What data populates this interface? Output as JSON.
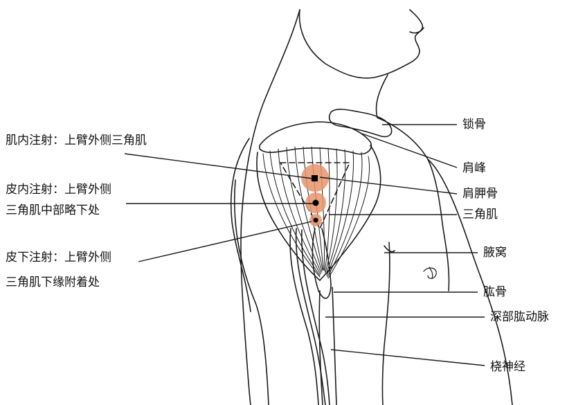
{
  "colors": {
    "line": "#1a1a1a",
    "injection_site": "#e8946b",
    "background": "#ffffff"
  },
  "labels_left": {
    "im_injection": "肌内注射：上臂外侧三角肌",
    "id_injection_line1": "皮内注射：上臂外侧",
    "id_injection_line2": "三角肌中部略下处",
    "sc_injection_line1": "皮下注射：上臂外侧",
    "sc_injection_line2": "三角肌下缘附着处"
  },
  "labels_right": {
    "clavicle": "锁骨",
    "acromion": "肩峰",
    "scapula": "肩胛骨",
    "deltoid": "三角肌",
    "axilla": "腋窝",
    "humerus": "肱骨",
    "deep_brachial_artery": "深部肱动脉",
    "radial_nerve": "桡神经"
  },
  "icons": {
    "site": "injection-site-dot"
  }
}
